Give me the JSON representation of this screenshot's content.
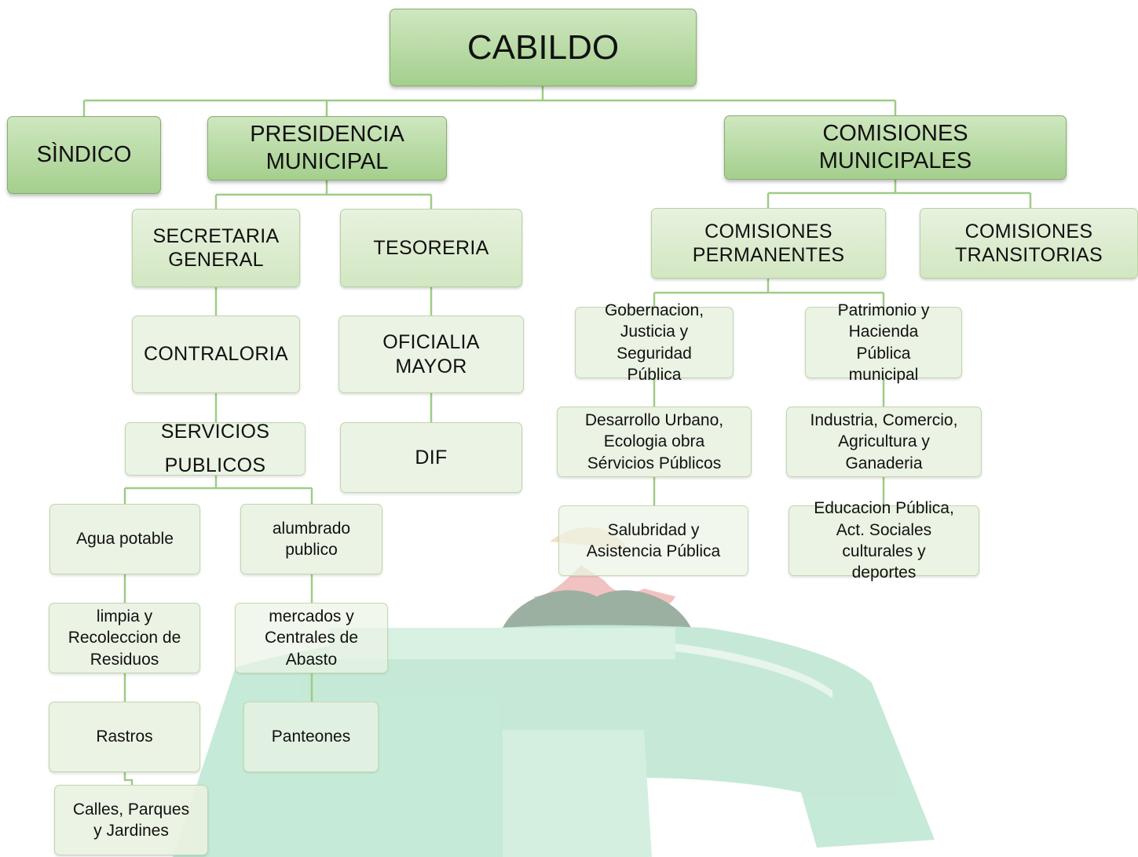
{
  "nodes": {
    "cabildo": "CABILDO",
    "sindico": "SÌNDICO",
    "presidencia": "PRESIDENCIA\nMUNICIPAL",
    "comisiones_municipales": "COMISIONES\nMUNICIPALES",
    "secretaria": "SECRETARIA\nGENERAL",
    "tesoreria": "TESORERIA",
    "contraloria": "CONTRALORIA",
    "oficialia": "OFICIALIA\nMAYOR",
    "servicios": "SERVICIOS\nPUBLICOS",
    "dif": "DIF",
    "comisiones_permanentes": "COMISIONES\nPERMANENTES",
    "comisiones_transitorias": "COMISIONES\nTRANSITORIAS",
    "gobernacion": "Gobernacion,\nJusticia y\nSeguridad\nPública",
    "patrimonio": "Patrimonio y\nHacienda\nPública\nmunicipal",
    "desarrollo": "Desarrollo Urbano,\nEcologia obra\nSérvicios Públicos",
    "industria": "Industria, Comercio,\nAgricultura y\nGanaderia",
    "salubridad": "Salubridad y\nAsistencia Pública",
    "educacion": "Educacion Pública,\nAct. Sociales\nculturales y\ndeportes",
    "agua": "Agua potable",
    "alumbrado": "alumbrado\npublico",
    "limpia": "limpia y\nRecoleccion de\nResiduos",
    "mercados": "mercados y\nCentrales de\nAbasto",
    "rastros": "Rastros",
    "panteones": "Panteones",
    "calles": "Calles, Parques\ny Jardines"
  },
  "colors": {
    "connector": "#9fcc86",
    "watermark_green": "#9fdcbc",
    "watermark_red": "#e89a9a"
  }
}
